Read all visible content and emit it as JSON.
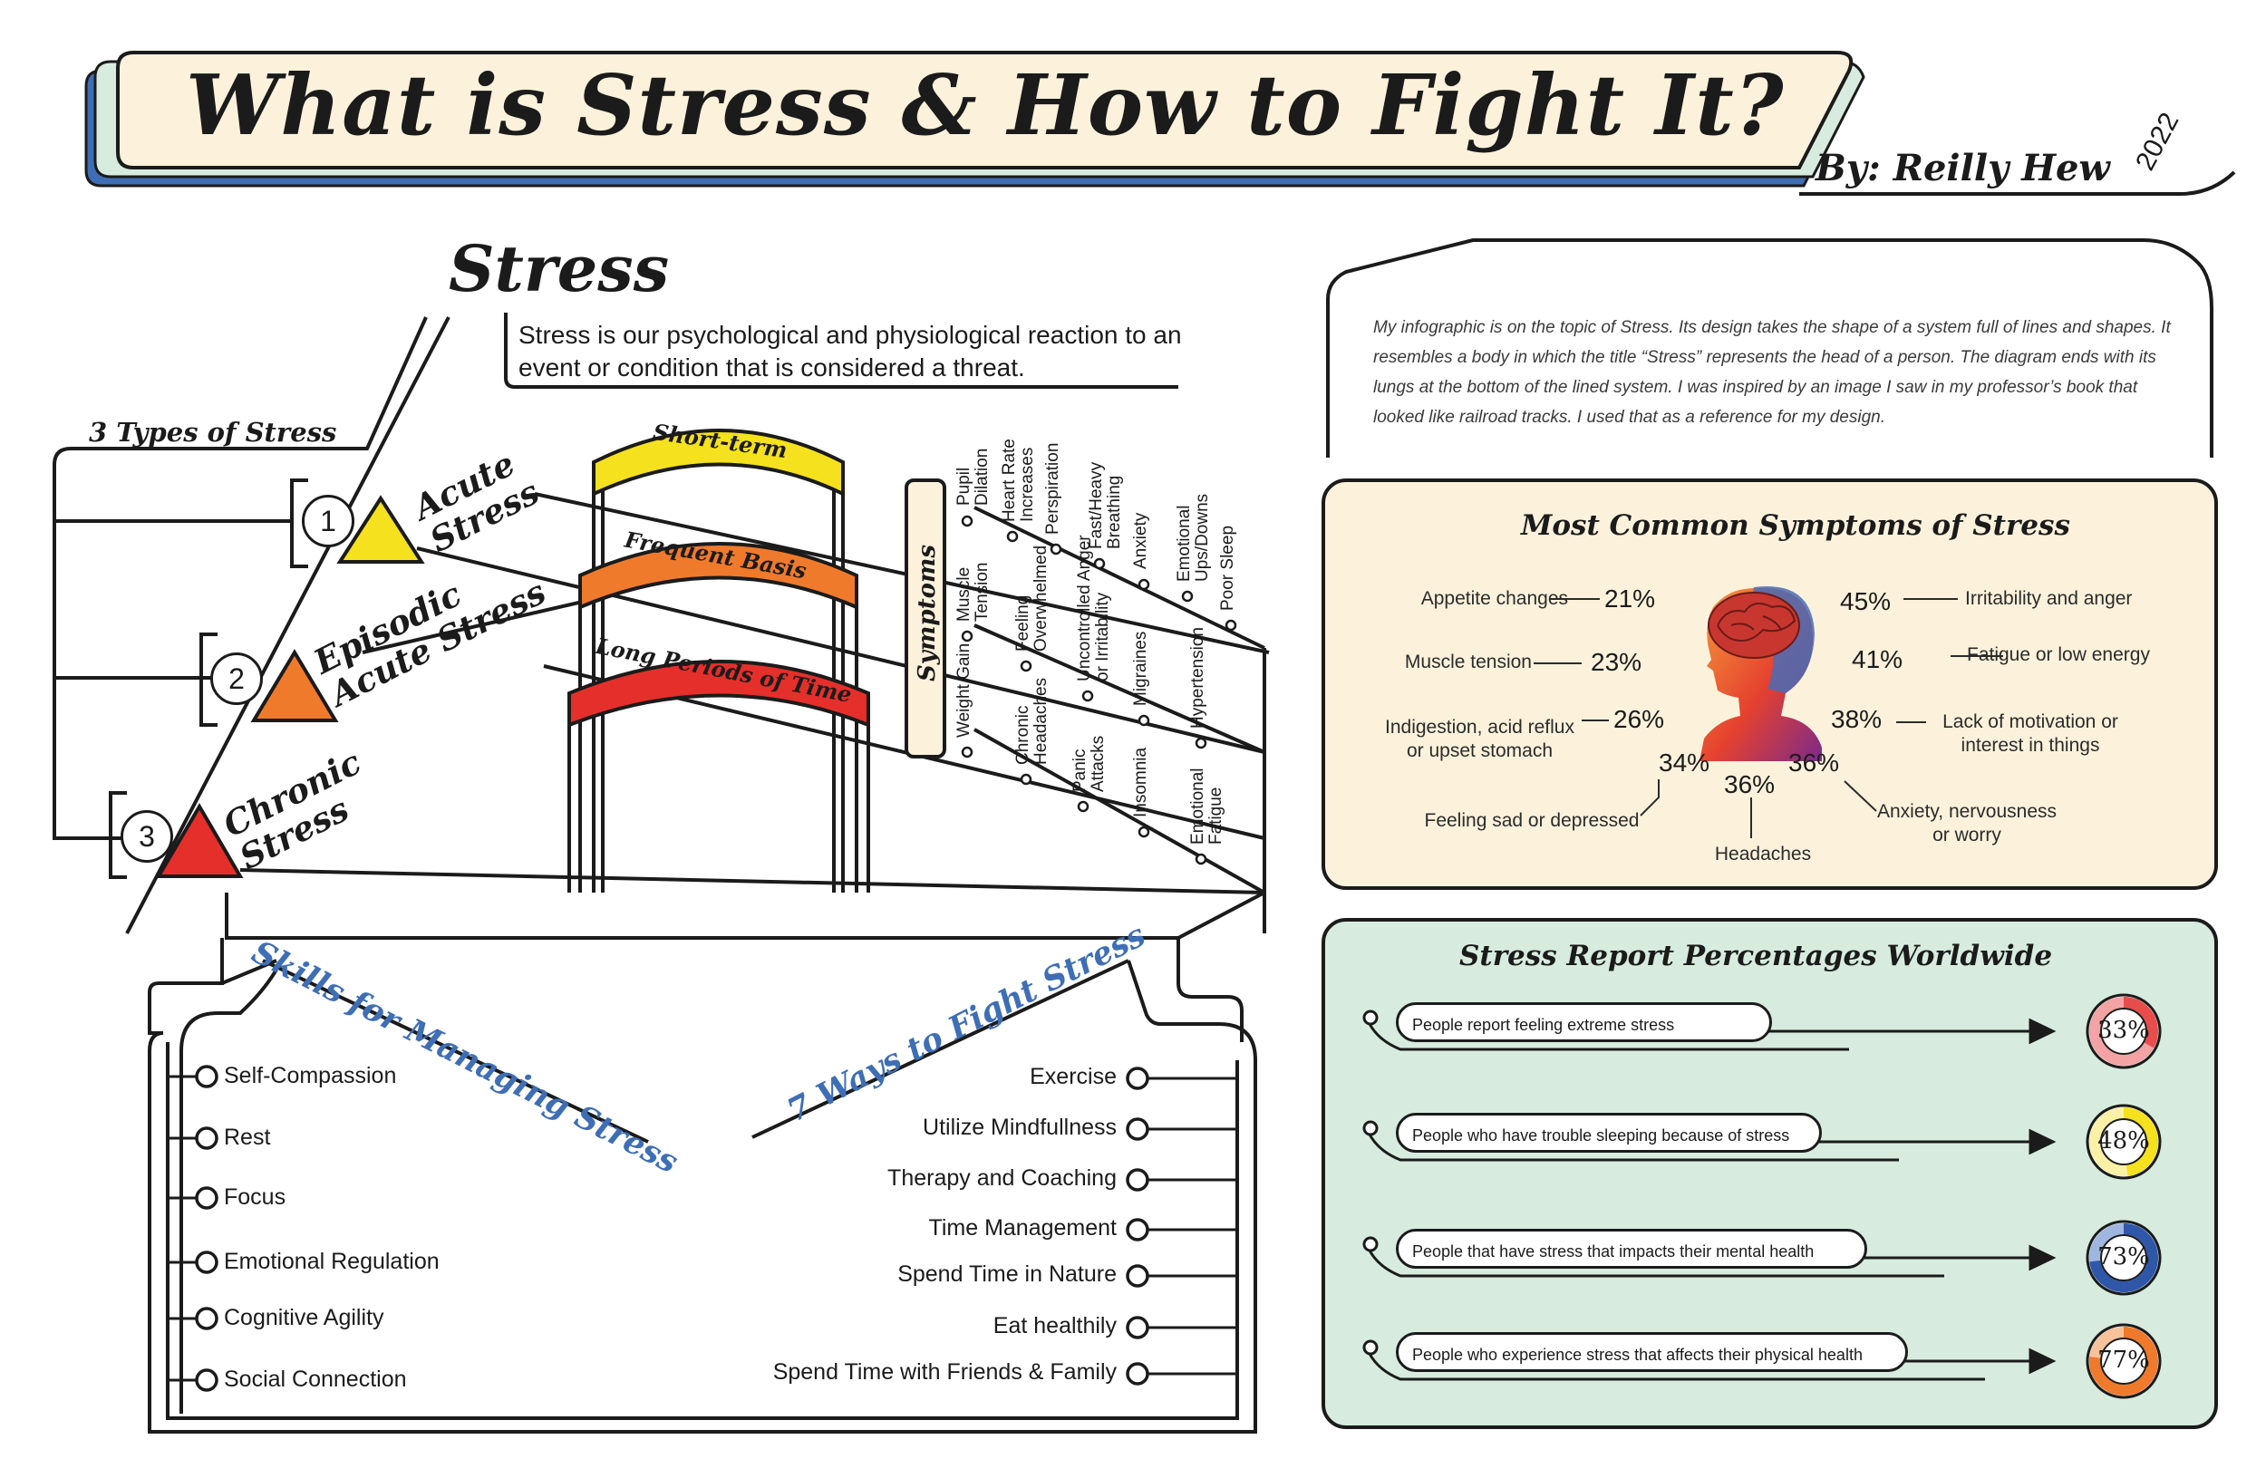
{
  "header": {
    "title": "What is Stress & How to Fight It?",
    "byline": "By: Reilly Hew",
    "year": "2022"
  },
  "stress": {
    "heading": "Stress",
    "definition": "Stress is our psychological and physiological reaction to an event or condition that is considered a threat.",
    "types_heading": "3 Types of Stress",
    "types": [
      {
        "number": "1",
        "line1": "Acute",
        "line2": "Stress",
        "color": "#f5e11d"
      },
      {
        "number": "2",
        "line1": "Episodic",
        "line2": "Acute Stress",
        "color": "#f07a2b"
      },
      {
        "number": "3",
        "line1": "Chronic",
        "line2": "Stress",
        "color": "#e52f2b"
      }
    ],
    "durations": [
      {
        "label": "Short-term",
        "color": "#f5e11d"
      },
      {
        "label": "Frequent Basis",
        "color": "#f07a2b"
      },
      {
        "label": "Long Periods of Time",
        "color": "#e52f2b"
      }
    ],
    "symptoms_title": "Symptoms",
    "symptom_rows": [
      [
        "Pupil Dilation",
        "Heart Rate Increases",
        "Perspiration",
        "Fast/Heavy Breathing",
        "Anxiety",
        "Emotional Ups/Downs",
        "Poor Sleep"
      ],
      [
        "Muscle Tension",
        "Feeling Overwhelmed",
        "Uncontrolled Anger or Irritability",
        "Migraines",
        "Hypertension"
      ],
      [
        "Weight Gain",
        "Chronic Headaches",
        "Panic Attacks",
        "Insomnia",
        "Emotional Fatigue"
      ]
    ]
  },
  "skills": {
    "heading": "Skills for Managing Stress",
    "items": [
      "Self-Compassion",
      "Rest",
      "Focus",
      "Emotional Regulation",
      "Cognitive  Agility",
      "Social Connection"
    ]
  },
  "ways": {
    "heading": "7 Ways to Fight Stress",
    "items": [
      "Exercise",
      "Utilize Mindfullness",
      "Therapy and Coaching",
      "Time Management",
      "Spend Time in Nature",
      "Eat healthily",
      "Spend Time with Friends & Family"
    ]
  },
  "about": "My infographic is on the topic of Stress. Its design takes the shape of a system full of lines and shapes. It resembles a body in which the title “Stress” represents the head of a person. The diagram ends with its lungs at the bottom of the lined system. I was inspired by an image I saw in my professor’s book that looked like railroad tracks. I used that as a reference for my design.",
  "common_symptoms": {
    "heading": "Most Common Symptoms of Stress",
    "items": [
      {
        "label": "Appetite changes",
        "pct": "21%"
      },
      {
        "label": "Muscle tension",
        "pct": "23%"
      },
      {
        "label": "Indigestion, acid reflux or upset stomach",
        "pct": "26%"
      },
      {
        "label": "Feeling sad or depressed",
        "pct": "34%"
      },
      {
        "label": "Headaches",
        "pct": "36%"
      },
      {
        "label": "Anxiety, nervousness or worry",
        "pct": "36%"
      },
      {
        "label": "Lack of motivation or interest in things",
        "pct": "38%"
      },
      {
        "label": "Fatigue or low energy",
        "pct": "41%"
      },
      {
        "label": "Irritability and anger",
        "pct": "45%"
      }
    ]
  },
  "worldwide": {
    "heading": "Stress Report Percentages Worldwide",
    "items": [
      {
        "label": "People report feeling extreme stress",
        "pct": "33%",
        "value": 33,
        "color": "#e94c4c",
        "light": "#f3a3a3"
      },
      {
        "label": "People who have trouble sleeping because of stress",
        "pct": "48%",
        "value": 48,
        "color": "#f5e11d",
        "light": "#fbf1a6"
      },
      {
        "label": "People that have stress that impacts their mental health",
        "pct": "73%",
        "value": 73,
        "color": "#2f57a8",
        "light": "#9fb6e0"
      },
      {
        "label": "People who experience stress that affects their physical health",
        "pct": "77%",
        "value": 77,
        "color": "#f07a2b",
        "light": "#f8c29a"
      }
    ]
  }
}
